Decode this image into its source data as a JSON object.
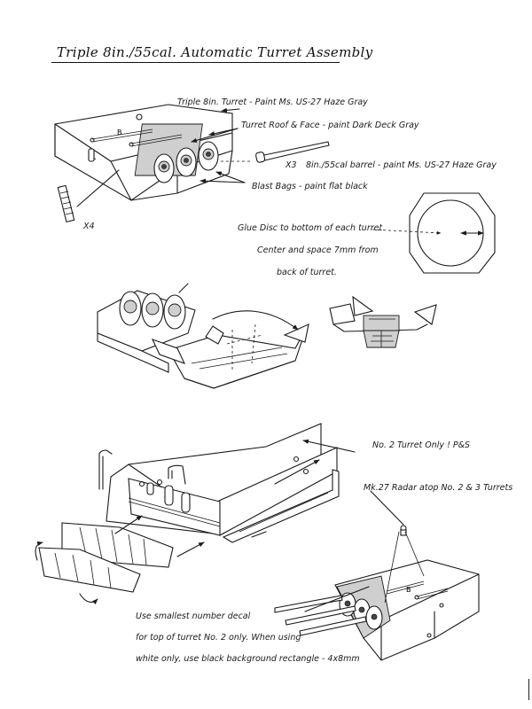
{
  "title": "Triple 8in./55cal. Automatic Turret Assembly",
  "labels": {
    "turret_paint": "Triple 8in. Turret - Paint Ms. US-27 Haze Gray",
    "roof_face": "Turret Roof & Face - paint Dark Deck Gray",
    "barrel_qty": "X3",
    "barrel_paint": "8in./55cal barrel - paint Ms. US-27 Haze Gray",
    "blast_bags": "Blast Bags - paint flat black",
    "ladder_qty": "X4",
    "glue_disc_1": "Glue Disc to bottom of each turret",
    "glue_disc_2": "Center and space 7mm from",
    "glue_disc_3": "back of turret.",
    "no2_only": "No. 2 Turret Only ! P&S",
    "radar": "Mk.27 Radar atop No. 2 & 3 Turrets",
    "decal_1": "Use smallest number decal",
    "decal_2": "for top of turret No. 2 only. When using",
    "decal_3": "white only, use black background rectangle - 4x8mm",
    "roof_marking": "B"
  }
}
